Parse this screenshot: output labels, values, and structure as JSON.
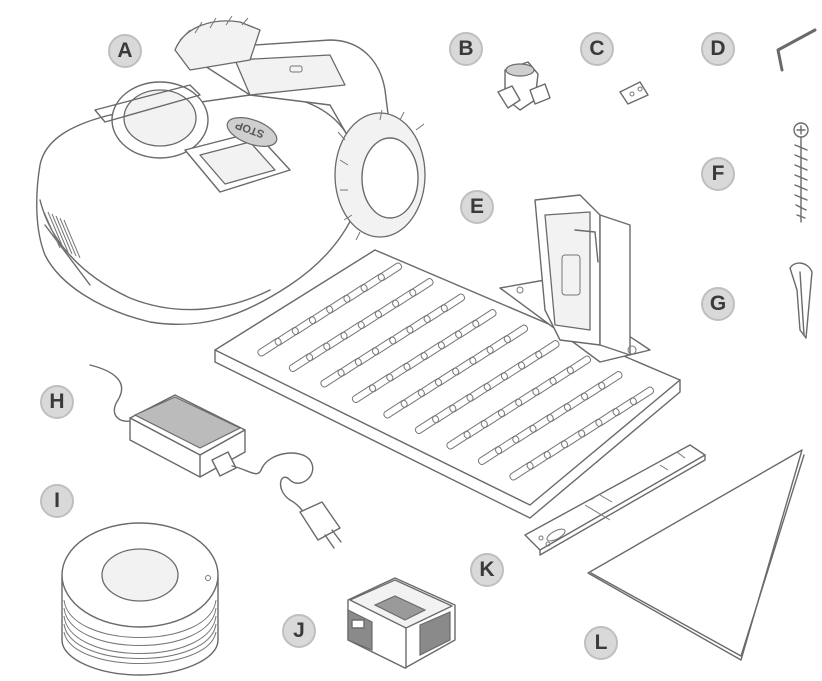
{
  "parts": [
    {
      "label": "A",
      "icon": "robotic-mower"
    },
    {
      "label": "B",
      "icon": "wire-connector"
    },
    {
      "label": "C",
      "icon": "blade"
    },
    {
      "label": "D",
      "icon": "hex-key"
    },
    {
      "label": "E",
      "icon": "charging-station"
    },
    {
      "label": "F",
      "icon": "screw"
    },
    {
      "label": "G",
      "icon": "peg"
    },
    {
      "label": "H",
      "icon": "power-supply"
    },
    {
      "label": "I",
      "icon": "boundary-wire-roll"
    },
    {
      "label": "J",
      "icon": "battery"
    },
    {
      "label": "K",
      "icon": "distance-ruler"
    },
    {
      "label": "L",
      "icon": "triangle-gauge"
    }
  ],
  "mower_button_text": "STOP"
}
